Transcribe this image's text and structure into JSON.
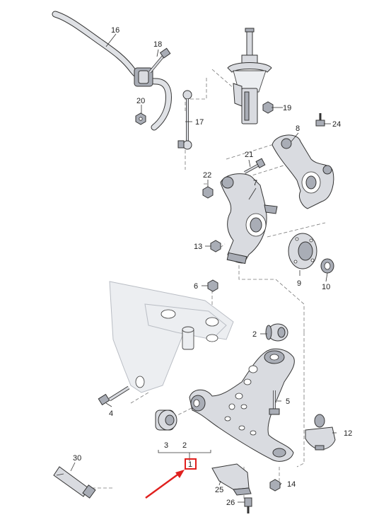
{
  "callouts": {
    "c1": "1",
    "c2a": "2",
    "c2b": "2",
    "c3": "3",
    "c4": "4",
    "c5": "5",
    "c6": "6",
    "c7": "7",
    "c8": "8",
    "c9": "9",
    "c10": "10",
    "c12": "12",
    "c13": "13",
    "c14": "14",
    "c16": "16",
    "c17": "17",
    "c18": "18",
    "c19": "19",
    "c20": "20",
    "c21": "21",
    "c22": "22",
    "c24": "24",
    "c25": "25",
    "c26": "26",
    "c30": "30"
  },
  "colors": {
    "highlight": "#e0201e",
    "part_fill": "#d9dbe0",
    "part_dark": "#a9adb6",
    "line": "#333333"
  }
}
